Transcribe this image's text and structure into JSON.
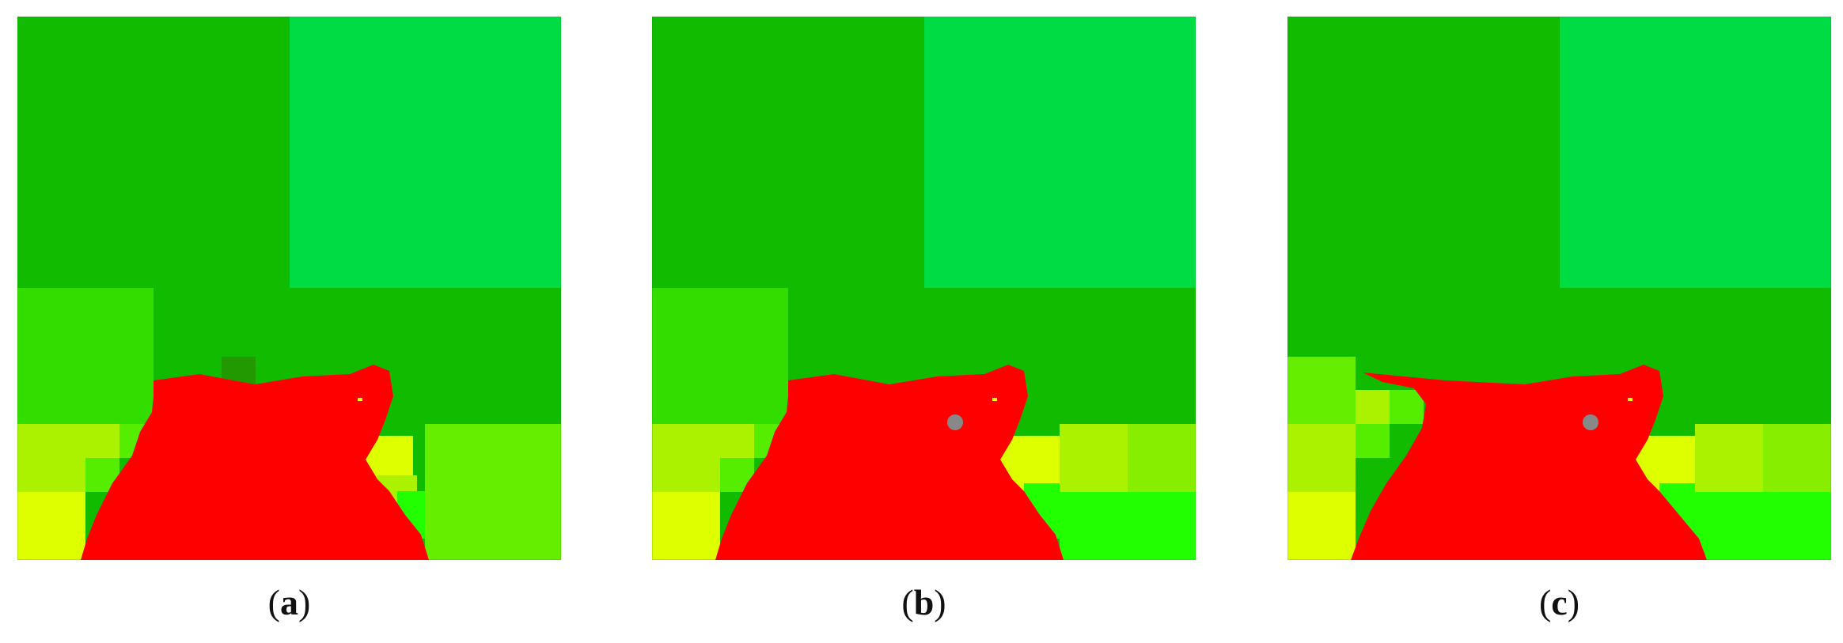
{
  "panels": [
    {
      "id": "a",
      "letter": "a"
    },
    {
      "id": "b",
      "letter": "b"
    },
    {
      "id": "c",
      "letter": "c"
    }
  ],
  "colors": {
    "dark_green": "#11bb00",
    "mid_green": "#00dd44",
    "light_green": "#33dd00",
    "lime": "#66ee00",
    "yellow_green": "#aaf200",
    "yellow": "#ddff00",
    "bright_green": "#22ff00",
    "red": "#ff0000",
    "grey": "#888888"
  }
}
